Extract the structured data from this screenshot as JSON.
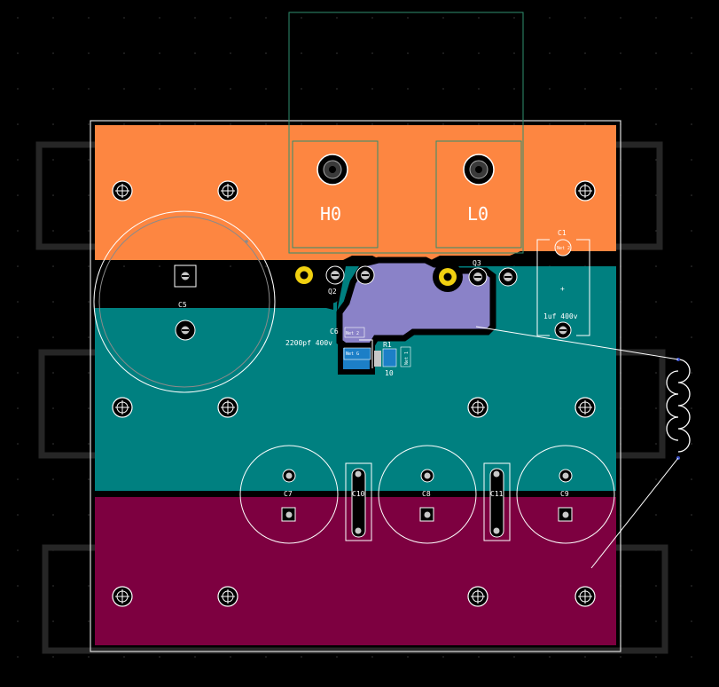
{
  "colors": {
    "background": "#000000",
    "zone_top": "#fd8641",
    "zone_middle": "#008080",
    "zone_bottom": "#7d0040",
    "zone_mosfet": "#8a82c8",
    "zone_gate": "#1c7fc7",
    "silkscreen": "#ffffff",
    "fab_outline": "#2f8f6f",
    "mechanical": "#262626"
  },
  "labels": {
    "terminal_h": "H0",
    "terminal_l": "L0",
    "q2": "Q2",
    "q3": "Q3",
    "c1": "C1",
    "c1_value": "1uf 400v",
    "c1_plus": "+",
    "c5": "C5",
    "c6": "C6",
    "c6_value": "2200pf 400v",
    "r1": "R1",
    "r1_value": "10",
    "c7": "C7",
    "c8": "C8",
    "c9": "C9",
    "c10": "C10",
    "c11": "C11"
  },
  "nets": {
    "gate_pad": "Net G",
    "pad_2": "Net 2",
    "pad_1": "Net 1",
    "c1_pad": "Net 2"
  }
}
